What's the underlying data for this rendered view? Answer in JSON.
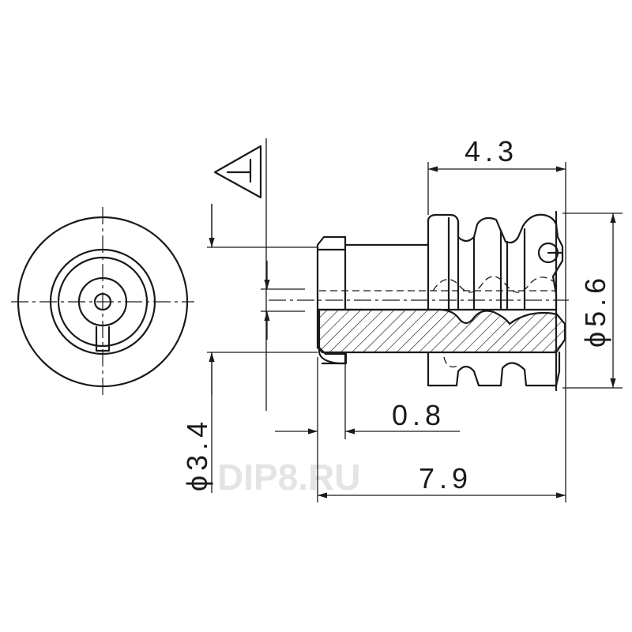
{
  "drawing": {
    "watermark": "DIP8.RU",
    "dimensions": {
      "top_length": "4.3",
      "outer_diameter": "ϕ5.6",
      "inner_diameter": "ϕ3.4",
      "flange_width": "0.8",
      "total_length": "7.9"
    },
    "surface_symbol": "roughness-triangle-icon"
  }
}
